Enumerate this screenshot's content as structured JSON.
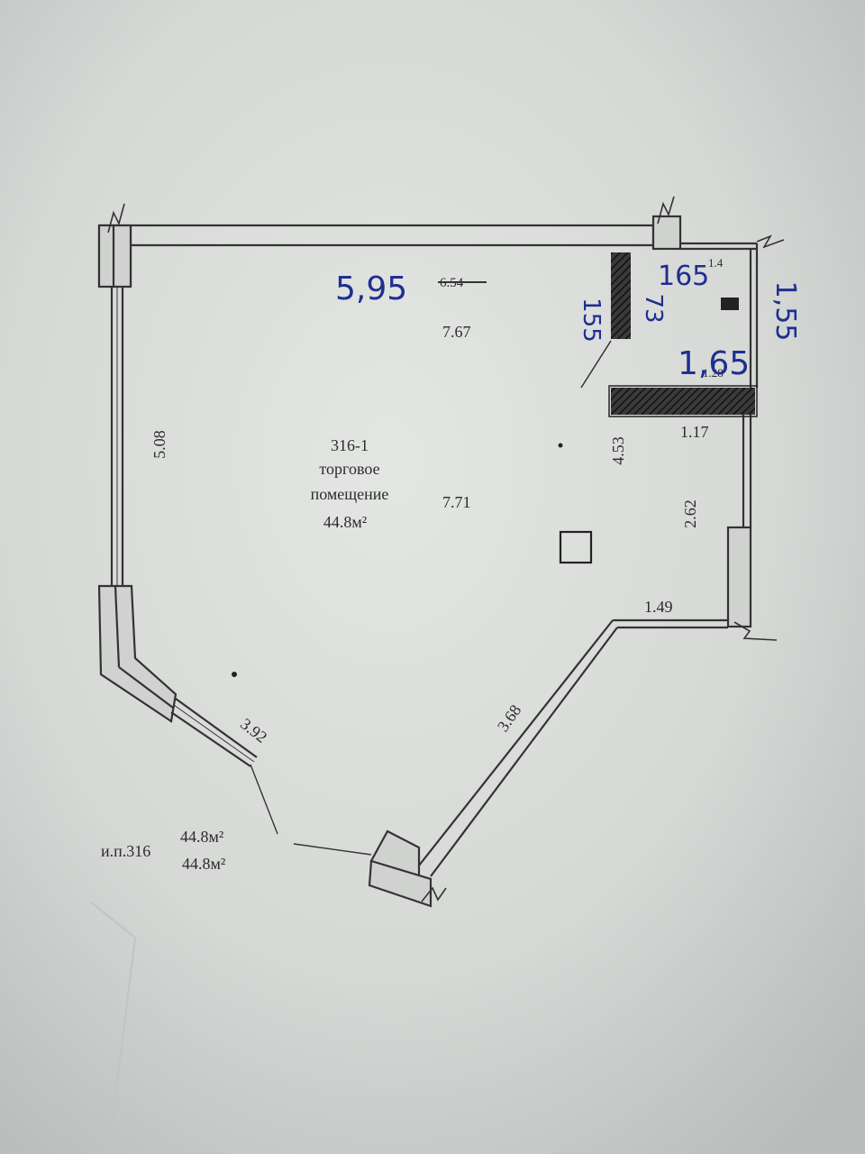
{
  "room": {
    "number": "316-1",
    "name_line1": "торговое",
    "name_line2": "помещение",
    "area": "44.8м²"
  },
  "summary": {
    "label": "и.п.316",
    "area_1": "44.8м²",
    "area_2": "44.8м²"
  },
  "dimensions": {
    "top_struck": "6.54",
    "top_inner": "7.67",
    "middle": "7.71",
    "left_wall": "5.08",
    "diagonal_left": "3.92",
    "diagonal_bottom": "3.68",
    "step": "1.49",
    "right_wall": "2.62",
    "partition": "4.53",
    "small_room_width": "1.17",
    "small_room_partial": "1.28",
    "small_room_top": "1.4"
  },
  "handwritten": {
    "top_width": "5,95",
    "small_top": "165",
    "small_width": "1,65",
    "right_height": "1,55",
    "partition_left": "155",
    "partition_mark": "73"
  },
  "colors": {
    "paper": "#d4d6d4",
    "wall": "#333333",
    "ink_blue": "#1f2f8f",
    "hatch": "#1a1a1a"
  }
}
